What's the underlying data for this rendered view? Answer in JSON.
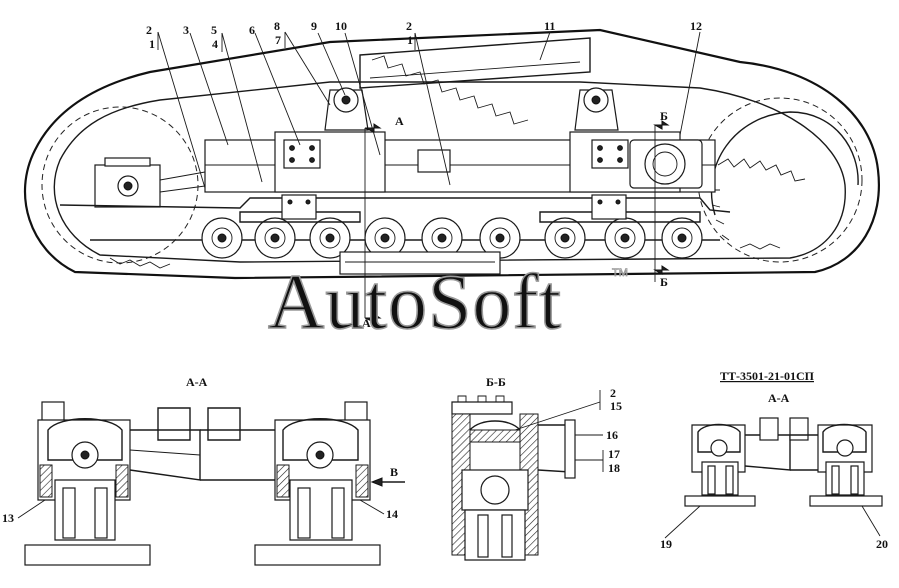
{
  "callouts": {
    "c1a": "1",
    "c2a": "2",
    "c3": "3",
    "c4": "4",
    "c5": "5",
    "c6": "6",
    "c7": "7",
    "c8": "8",
    "c9": "9",
    "c10": "10",
    "c1b": "1",
    "c2b": "2",
    "c11": "11",
    "c12": "12",
    "c13": "13",
    "c14": "14",
    "c2c": "2",
    "c15": "15",
    "c16": "16",
    "c17": "17",
    "c18": "18",
    "c19": "19",
    "c20": "20"
  },
  "section_marks": {
    "a_top": "А",
    "a_bottom": "А",
    "b_top": "Б",
    "b_bottom": "Б",
    "view_b": "В"
  },
  "captions": {
    "section_a": "А-А",
    "section_b": "Б-Б",
    "variant_code": "ТТ-3501-21-01СП",
    "variant_section": "А-А"
  },
  "watermark": "AutoSoft",
  "watermark_mark": "TM"
}
